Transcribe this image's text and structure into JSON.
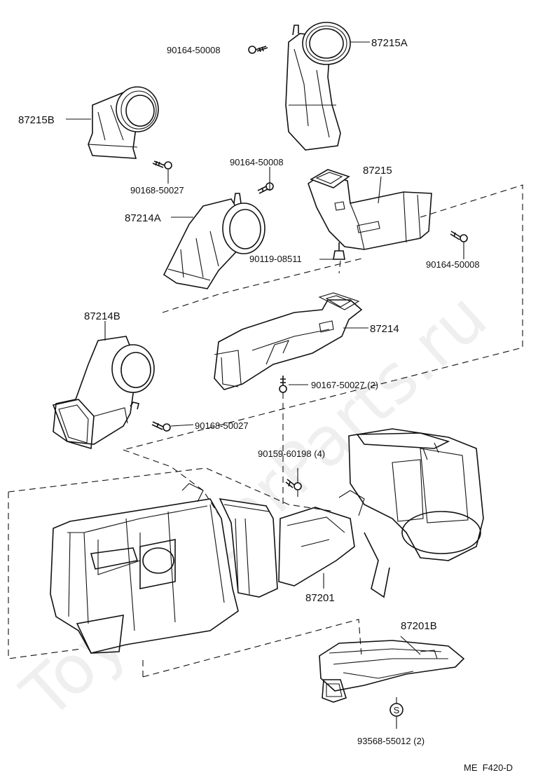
{
  "parts": {
    "p87215A": "87215A",
    "p87215B": "87215B",
    "p87215": "87215",
    "p87214A": "87214A",
    "p87214B": "87214B",
    "p87214": "87214",
    "p87201": "87201",
    "p87201B": "87201B"
  },
  "fasteners": {
    "f1": "90164-50008",
    "f2": "90168-50027",
    "f3": "90164-50008",
    "f4": "90119-08511",
    "f5": "90164-50008",
    "f6": "90167-50027 (2)",
    "f7": "90168-50027",
    "f8": "90159-60198 (4)",
    "f9": "93568-55012 (2)"
  },
  "symbols": {
    "s_mark": "S"
  },
  "code": "ME  F420-D",
  "watermark": "ToyotaCarParts.ru"
}
